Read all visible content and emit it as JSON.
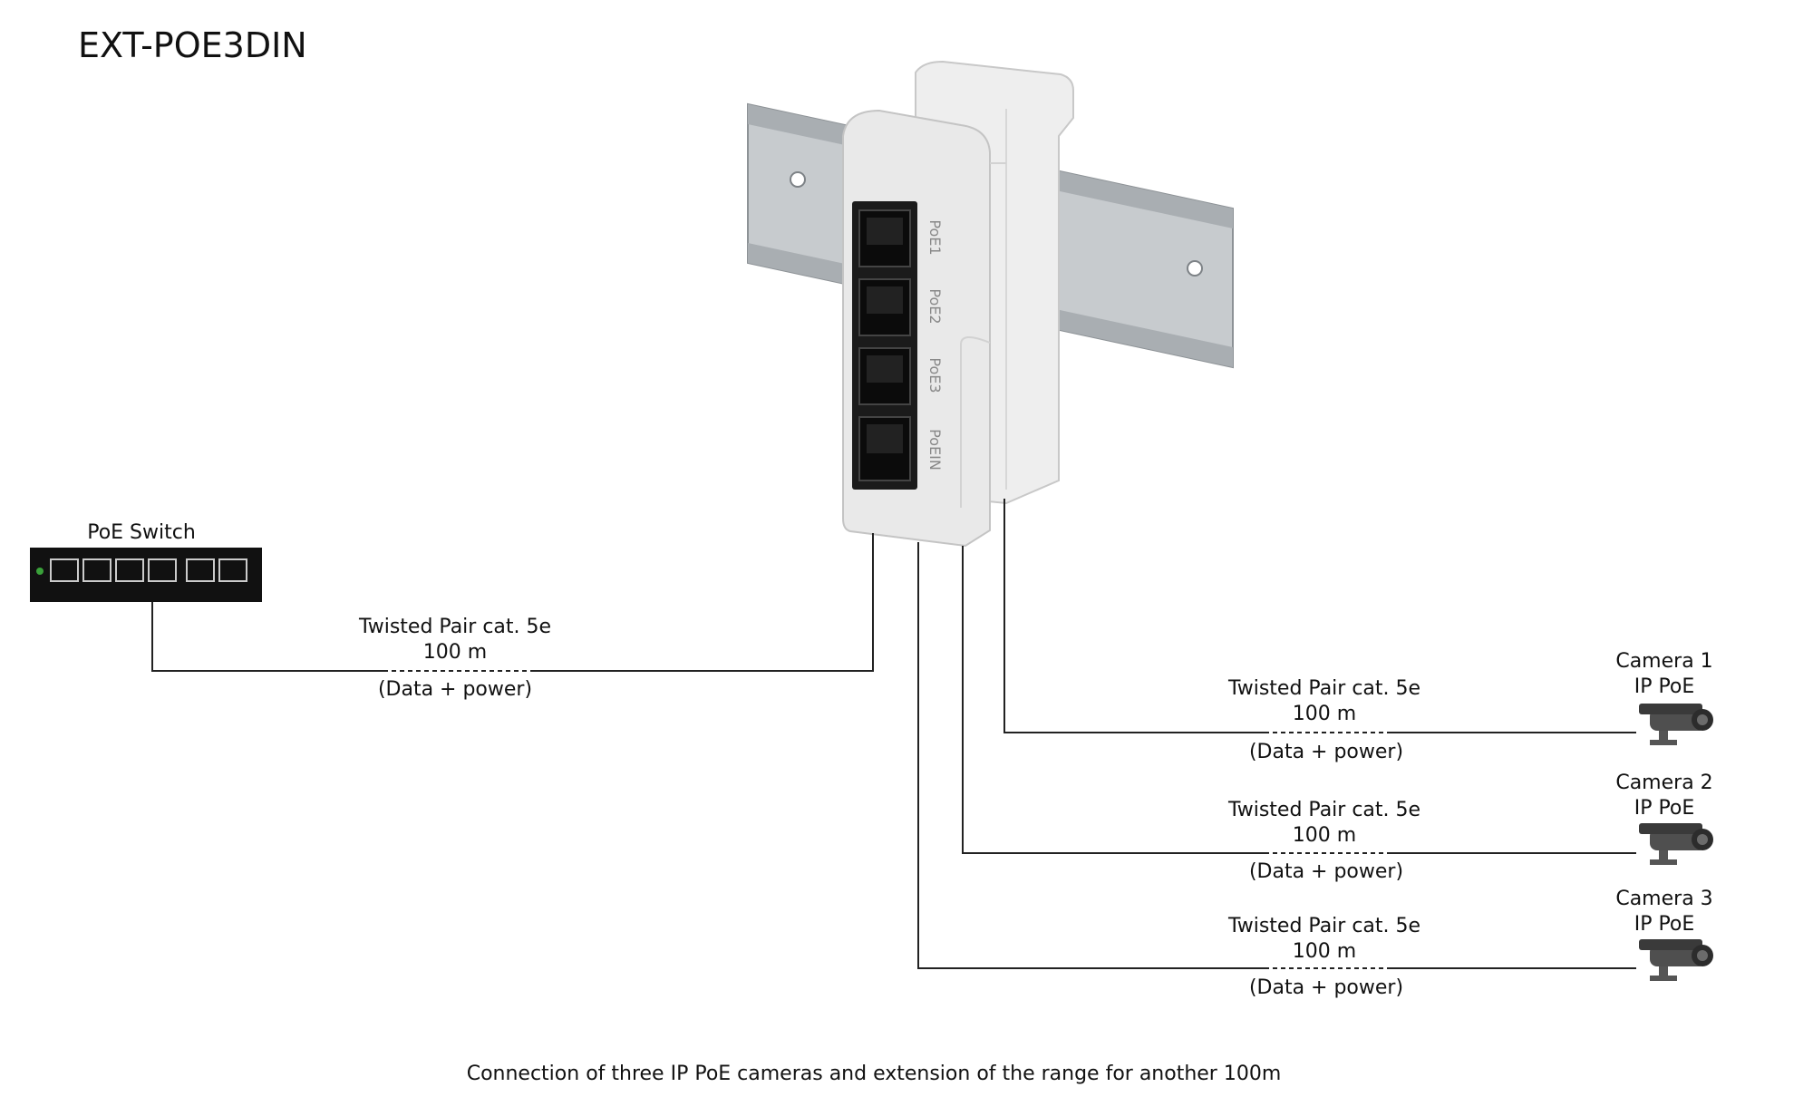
{
  "title": "EXT-POE3DIN",
  "switch": {
    "label": "PoE Switch"
  },
  "device": {
    "port_labels": [
      "PoE1",
      "PoE2",
      "PoE3",
      "PoEIN"
    ]
  },
  "links": [
    {
      "cable": "Twisted Pair cat. 5e",
      "length": "100 m",
      "note": "(Data + power)"
    },
    {
      "cable": "Twisted Pair cat. 5e",
      "length": "100 m",
      "note": "(Data + power)"
    },
    {
      "cable": "Twisted Pair cat. 5e",
      "length": "100 m",
      "note": "(Data + power)"
    },
    {
      "cable": "Twisted Pair cat. 5e",
      "length": "100 m",
      "note": "(Data + power)"
    }
  ],
  "cameras": [
    {
      "name": "Camera 1",
      "type": "IP PoE"
    },
    {
      "name": "Camera 2",
      "type": "IP PoE"
    },
    {
      "name": "Camera 3",
      "type": "IP PoE"
    }
  ],
  "caption": "Connection of three IP PoE cameras and extension of the range for another 100m",
  "colors": {
    "switch_body": "#111111",
    "device_body": "#e6e6e6",
    "din_rail": "#bfc3c6",
    "camera": "#4a4a4a",
    "line": "#222222"
  }
}
